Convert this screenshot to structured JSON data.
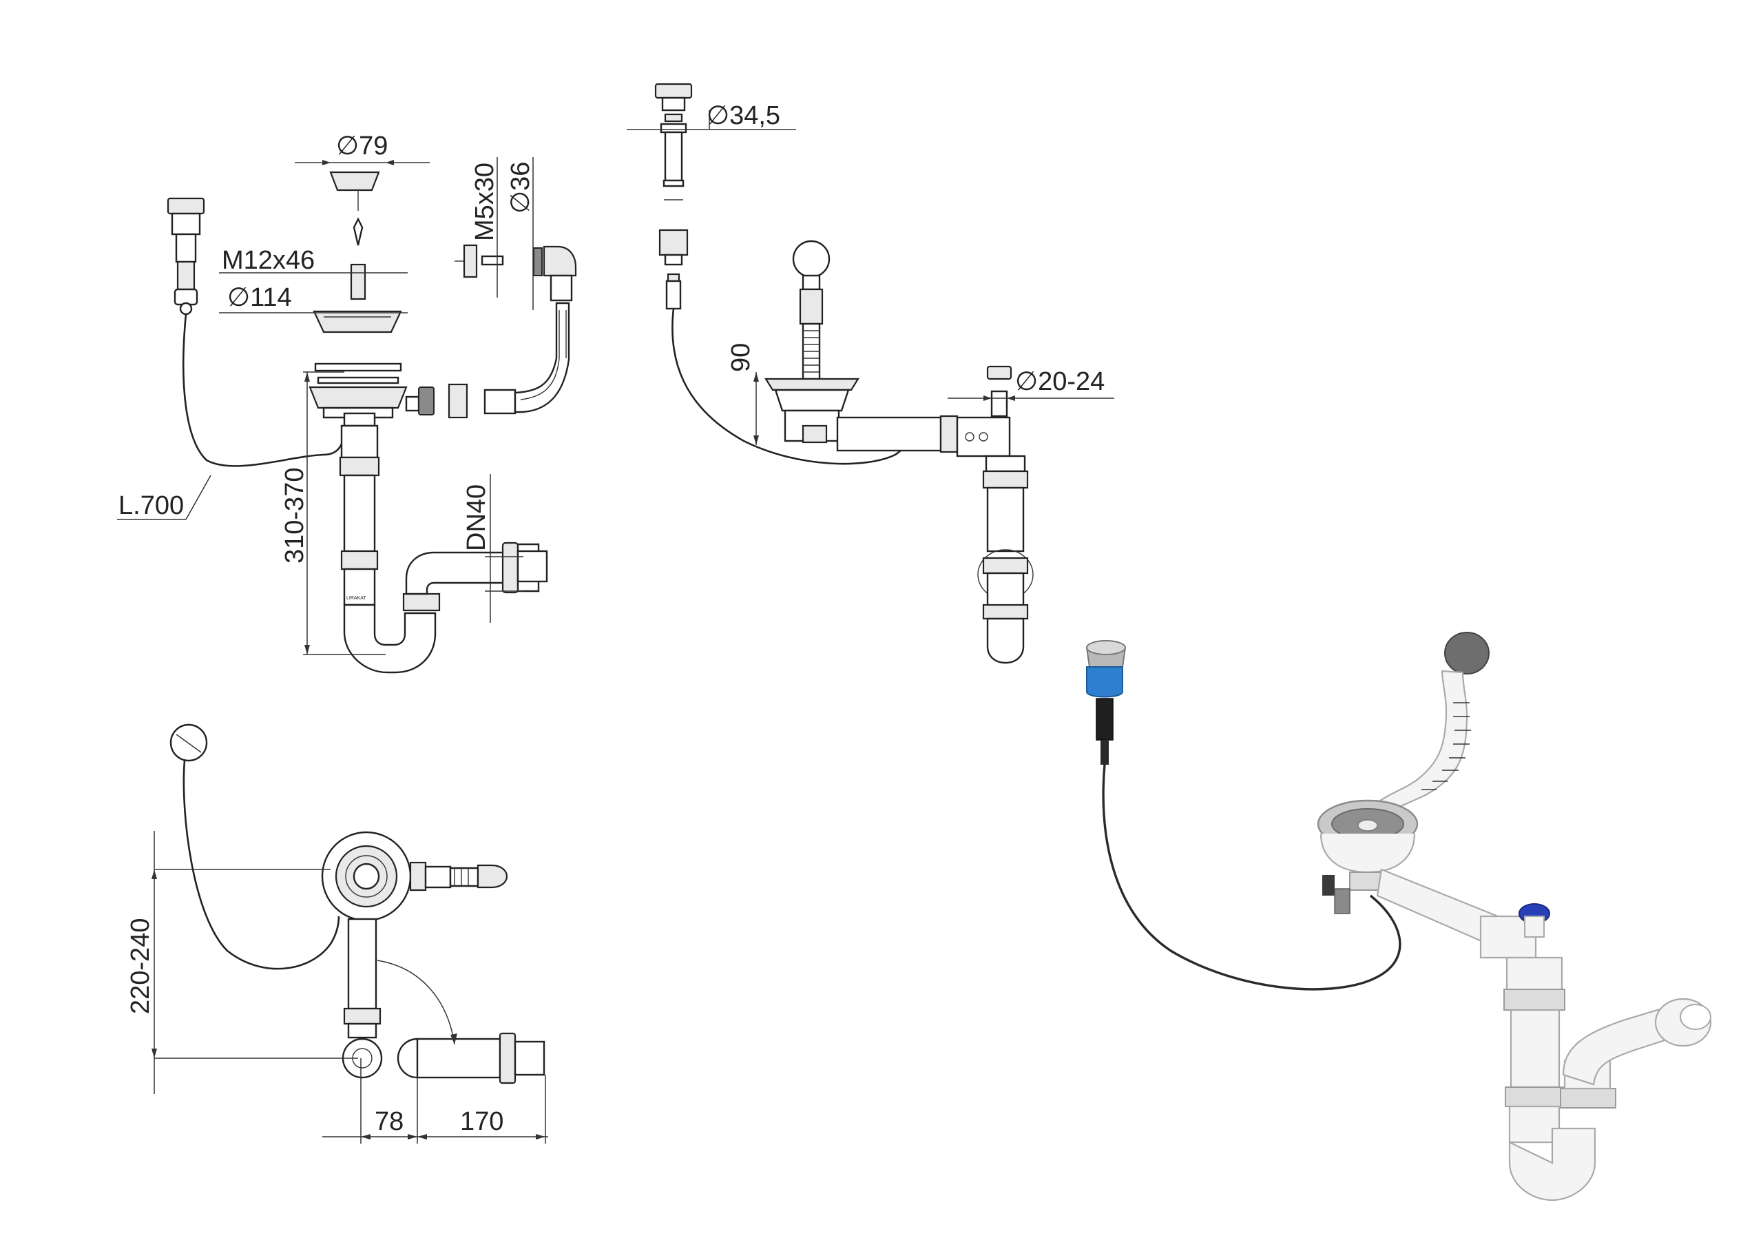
{
  "dimensions": {
    "d79": "∅79",
    "m12x46": "M12x46",
    "d114": "∅114",
    "m5x30": "M5x30",
    "d36": "∅36",
    "d345": "∅34,5",
    "h90": "90",
    "d2024": "∅20-24",
    "l700": "L.700",
    "h310370": "310-370",
    "dn40": "DN40",
    "h220240": "220-240",
    "w78": "78",
    "w170": "170"
  },
  "colors": {
    "line": "#222222",
    "accent_blue": "#2f7fd0",
    "valve_blue": "#2740b8",
    "pipe_white": "#f4f4f4",
    "metal": "#b9b9b9"
  },
  "icons": {
    "strainer": "strainer-basket-icon",
    "siphon": "bottle-siphon-icon",
    "overflow": "overflow-hose-icon",
    "popup": "popup-button-icon"
  }
}
